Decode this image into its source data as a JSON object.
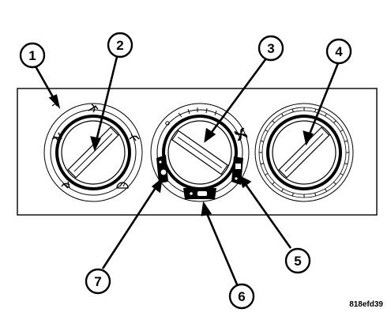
{
  "figure": {
    "id": "818efd39"
  },
  "callouts": [
    {
      "number": "1"
    },
    {
      "number": "2"
    },
    {
      "number": "3"
    },
    {
      "number": "4"
    },
    {
      "number": "5"
    },
    {
      "number": "6"
    },
    {
      "number": "7"
    }
  ],
  "icons": {
    "left_knob_marks": [
      "panel-vent-mode-icon",
      "bi-level-mode-icon",
      "floor-mode-icon",
      "mix-mode-icon",
      "defrost-mode-icon"
    ],
    "center_knob_marks": [
      "fan-icon"
    ],
    "center_buttons": [
      "air-conditioning-icon",
      "recirculation-icon",
      "rear-defrost-icon"
    ]
  },
  "colors": {
    "line": "#000000",
    "background": "#ffffff"
  }
}
